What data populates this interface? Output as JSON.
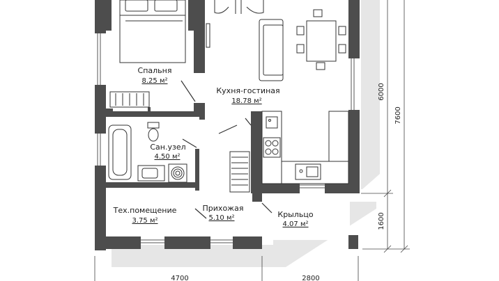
{
  "rooms": [
    {
      "id": "bedroom",
      "name": "Спальня",
      "area": "8.25 м²"
    },
    {
      "id": "kitchen",
      "name": "Кухня-гостиная",
      "area": "18.78 м²"
    },
    {
      "id": "bathroom",
      "name": "Сан.узел",
      "area": "4.50 м²"
    },
    {
      "id": "tech",
      "name": "Тех.помещение",
      "area": "3.75 м²"
    },
    {
      "id": "hall",
      "name": "Прихожая",
      "area": "5.10 м²"
    },
    {
      "id": "porch",
      "name": "Крыльцо",
      "area": "4.07 м²"
    }
  ],
  "dimensions": {
    "bottom_left": "4700",
    "bottom_right": "2800",
    "right_upper": "6000",
    "right_lower": "1600",
    "right_total": "7600"
  },
  "colors": {
    "wall": "#4d4d4d",
    "shadow": "#e3e3e3",
    "furniture": "#333333",
    "background": "#ffffff"
  }
}
